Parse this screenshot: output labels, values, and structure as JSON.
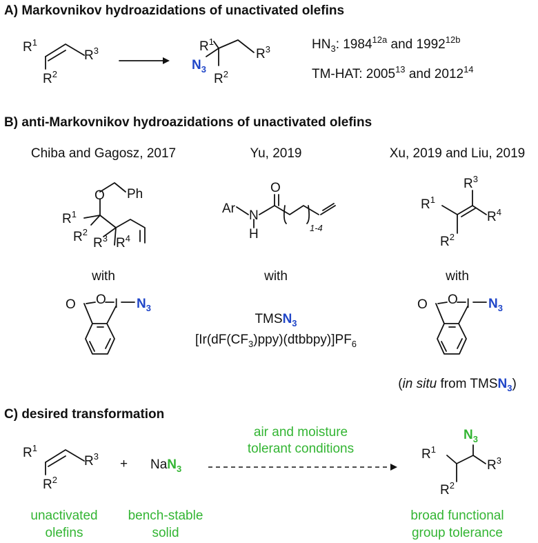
{
  "sectionA": {
    "header": "A) Markovnikov hydroazidations of unactivated olefins",
    "reactant": {
      "r1": "R",
      "r1_sup": "1",
      "r2": "R",
      "r2_sup": "2",
      "r3": "R",
      "r3_sup": "3"
    },
    "product": {
      "r1": "R",
      "r1_sup": "1",
      "r2": "R",
      "r2_sup": "2",
      "r3": "R",
      "r3_sup": "3",
      "azide": "N",
      "azide_sub": "3"
    },
    "refs": [
      {
        "a": "HN",
        "a_sub": "3",
        "b": ": 1984",
        "b_sup": "12a",
        "c": " and 1992",
        "c_sup": "12b"
      },
      {
        "a": "TM-HAT:  2005",
        "a_sup": "13",
        "b": " and 2012",
        "b_sup": "14"
      }
    ]
  },
  "sectionB": {
    "header": "B) anti-Markovnikov hydroazidations of unactivated olefins",
    "columns": [
      {
        "title": "Chiba and Gagosz, 2017",
        "atoms": {
          "o": "O",
          "ph": "Ph",
          "r1": "R",
          "r1_sup": "1",
          "r2": "R",
          "r2_sup": "2",
          "r3": "R",
          "r3_sup": "3",
          "r4": "R",
          "r4_sup": "4"
        },
        "with": "with",
        "reagent": {
          "o_carbonyl": "O",
          "o_ring": "O",
          "i": "I",
          "azide": "N",
          "azide_sub": "3"
        }
      },
      {
        "title": "Yu, 2019",
        "atoms": {
          "o": "O",
          "ar": "Ar",
          "n": "N",
          "h": "H",
          "repeat": "1-4"
        },
        "with": "with",
        "reagent_line1_pre": "TMS",
        "reagent_line1_azide": "N",
        "reagent_line1_sub": "3",
        "reagent_line2_a": "[Ir(dF(CF",
        "reagent_line2_sub1": "3",
        "reagent_line2_b": ")ppy)(dtbbpy)]PF",
        "reagent_line2_sub2": "6"
      },
      {
        "title": "Xu, 2019 and Liu, 2019",
        "atoms": {
          "r1": "R",
          "r1_sup": "1",
          "r2": "R",
          "r2_sup": "2",
          "r3": "R",
          "r3_sup": "3",
          "r4": "R",
          "r4_sup": "4"
        },
        "with": "with",
        "reagent": {
          "o_carbonyl": "O",
          "o_ring": "O",
          "i": "I",
          "azide": "N",
          "azide_sub": "3"
        },
        "note_open": "(",
        "note_italic": "in situ",
        "note_mid": " from TMS",
        "note_azide": "N",
        "note_sub": "3",
        "note_close": ")"
      }
    ]
  },
  "sectionC": {
    "header": "C) desired transformation",
    "reactant": {
      "r1": "R",
      "r1_sup": "1",
      "r2": "R",
      "r2_sup": "2",
      "r3": "R",
      "r3_sup": "3"
    },
    "plus": "+",
    "reagent_pre": "Na",
    "reagent_azide": "N",
    "reagent_sub": "3",
    "conditions": [
      "air and moisture",
      "tolerant conditions"
    ],
    "product": {
      "r1": "R",
      "r1_sup": "1",
      "r2": "R",
      "r2_sup": "2",
      "r3": "R",
      "r3_sup": "3",
      "azide": "N",
      "azide_sub": "3"
    },
    "captions": {
      "olefins": [
        "unactivated",
        "olefins"
      ],
      "reagent": [
        "bench-stable",
        "solid"
      ],
      "product": [
        "broad functional",
        "group tolerance"
      ]
    }
  },
  "colors": {
    "azide_blue": "#2046c8",
    "green": "#33b533",
    "ink": "#111111"
  }
}
